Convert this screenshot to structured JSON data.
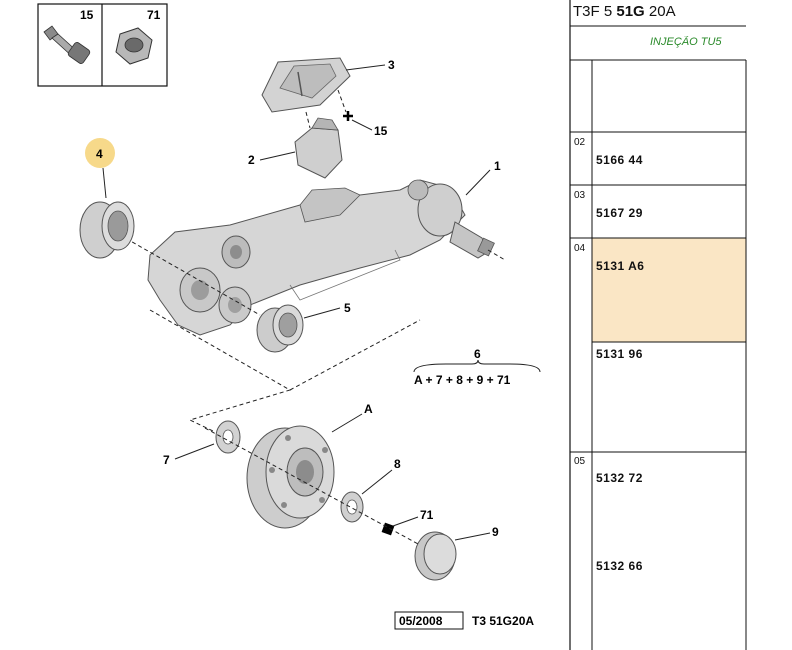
{
  "header": {
    "prefix": "T3F 5 ",
    "code_bold": "51G",
    "suffix": " 20A"
  },
  "subheader": "INJEÇÃO TU5",
  "highlight_color": "#fae6c5",
  "callout_color": "#f7d98a",
  "rows": [
    {
      "index": "02",
      "codes": [
        "5166 44"
      ]
    },
    {
      "index": "03",
      "codes": [
        "5167 29"
      ]
    },
    {
      "index": "04",
      "codes": [
        "5131 A6"
      ],
      "highlighted": true
    },
    {
      "index": "",
      "codes": [
        "5131 96"
      ]
    },
    {
      "index": "05",
      "codes": [
        "5132 72",
        "5132 66"
      ]
    }
  ],
  "legend_boxes": [
    {
      "number": "15"
    },
    {
      "number": "71"
    }
  ],
  "parts": {
    "p1": "1",
    "p2": "2",
    "p3": "3",
    "p4": "4",
    "p5": "5",
    "p6": "6",
    "p7": "7",
    "p8": "8",
    "p9": "9",
    "pA": "A",
    "p15": "15",
    "p71": "71"
  },
  "kit_formula": "A + 7 + 8 + 9 + 71",
  "footer": {
    "date": "05/2008",
    "ref": "T3 51G20A"
  }
}
